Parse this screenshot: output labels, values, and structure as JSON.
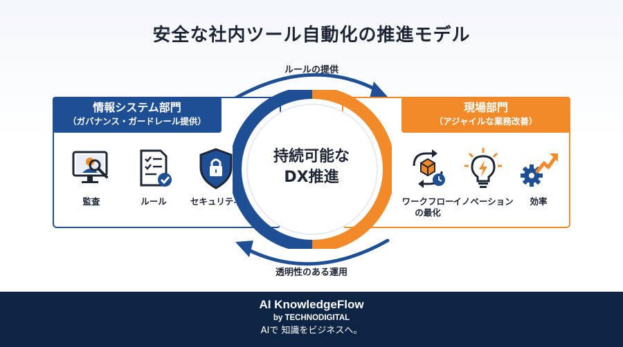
{
  "title": "安全な社内ツール自動化の推進モデル",
  "arrows": {
    "top_label": "ルールの提供",
    "bottom_label": "透明性のある運用"
  },
  "left_panel": {
    "title": "情報システム部門",
    "subtitle": "（ガバナンス・ガードレール提供）",
    "color": "#1e4f95",
    "items": [
      {
        "icon": "monitoring-icon",
        "label": "監査"
      },
      {
        "icon": "rules-document-icon",
        "label": "ルール"
      },
      {
        "icon": "security-shield-icon",
        "label": "セキュリティ"
      }
    ]
  },
  "right_panel": {
    "title": "現場部門",
    "subtitle": "（アジャイルな業務改善）",
    "color": "#f28a2a",
    "items": [
      {
        "icon": "workflow-cycle-icon",
        "label": "ワークフロー\nの最化"
      },
      {
        "icon": "lightbulb-icon",
        "label": "イノベーション"
      },
      {
        "icon": "gear-growth-icon",
        "label": "効率"
      }
    ]
  },
  "center": {
    "line1": "持続可能な",
    "line2": "DX推進"
  },
  "footer": {
    "brand": "AI KnowledgeFlow",
    "by": "by TECHNODIGITAL",
    "tagline": "AIで 知識をビジネスへ。"
  }
}
